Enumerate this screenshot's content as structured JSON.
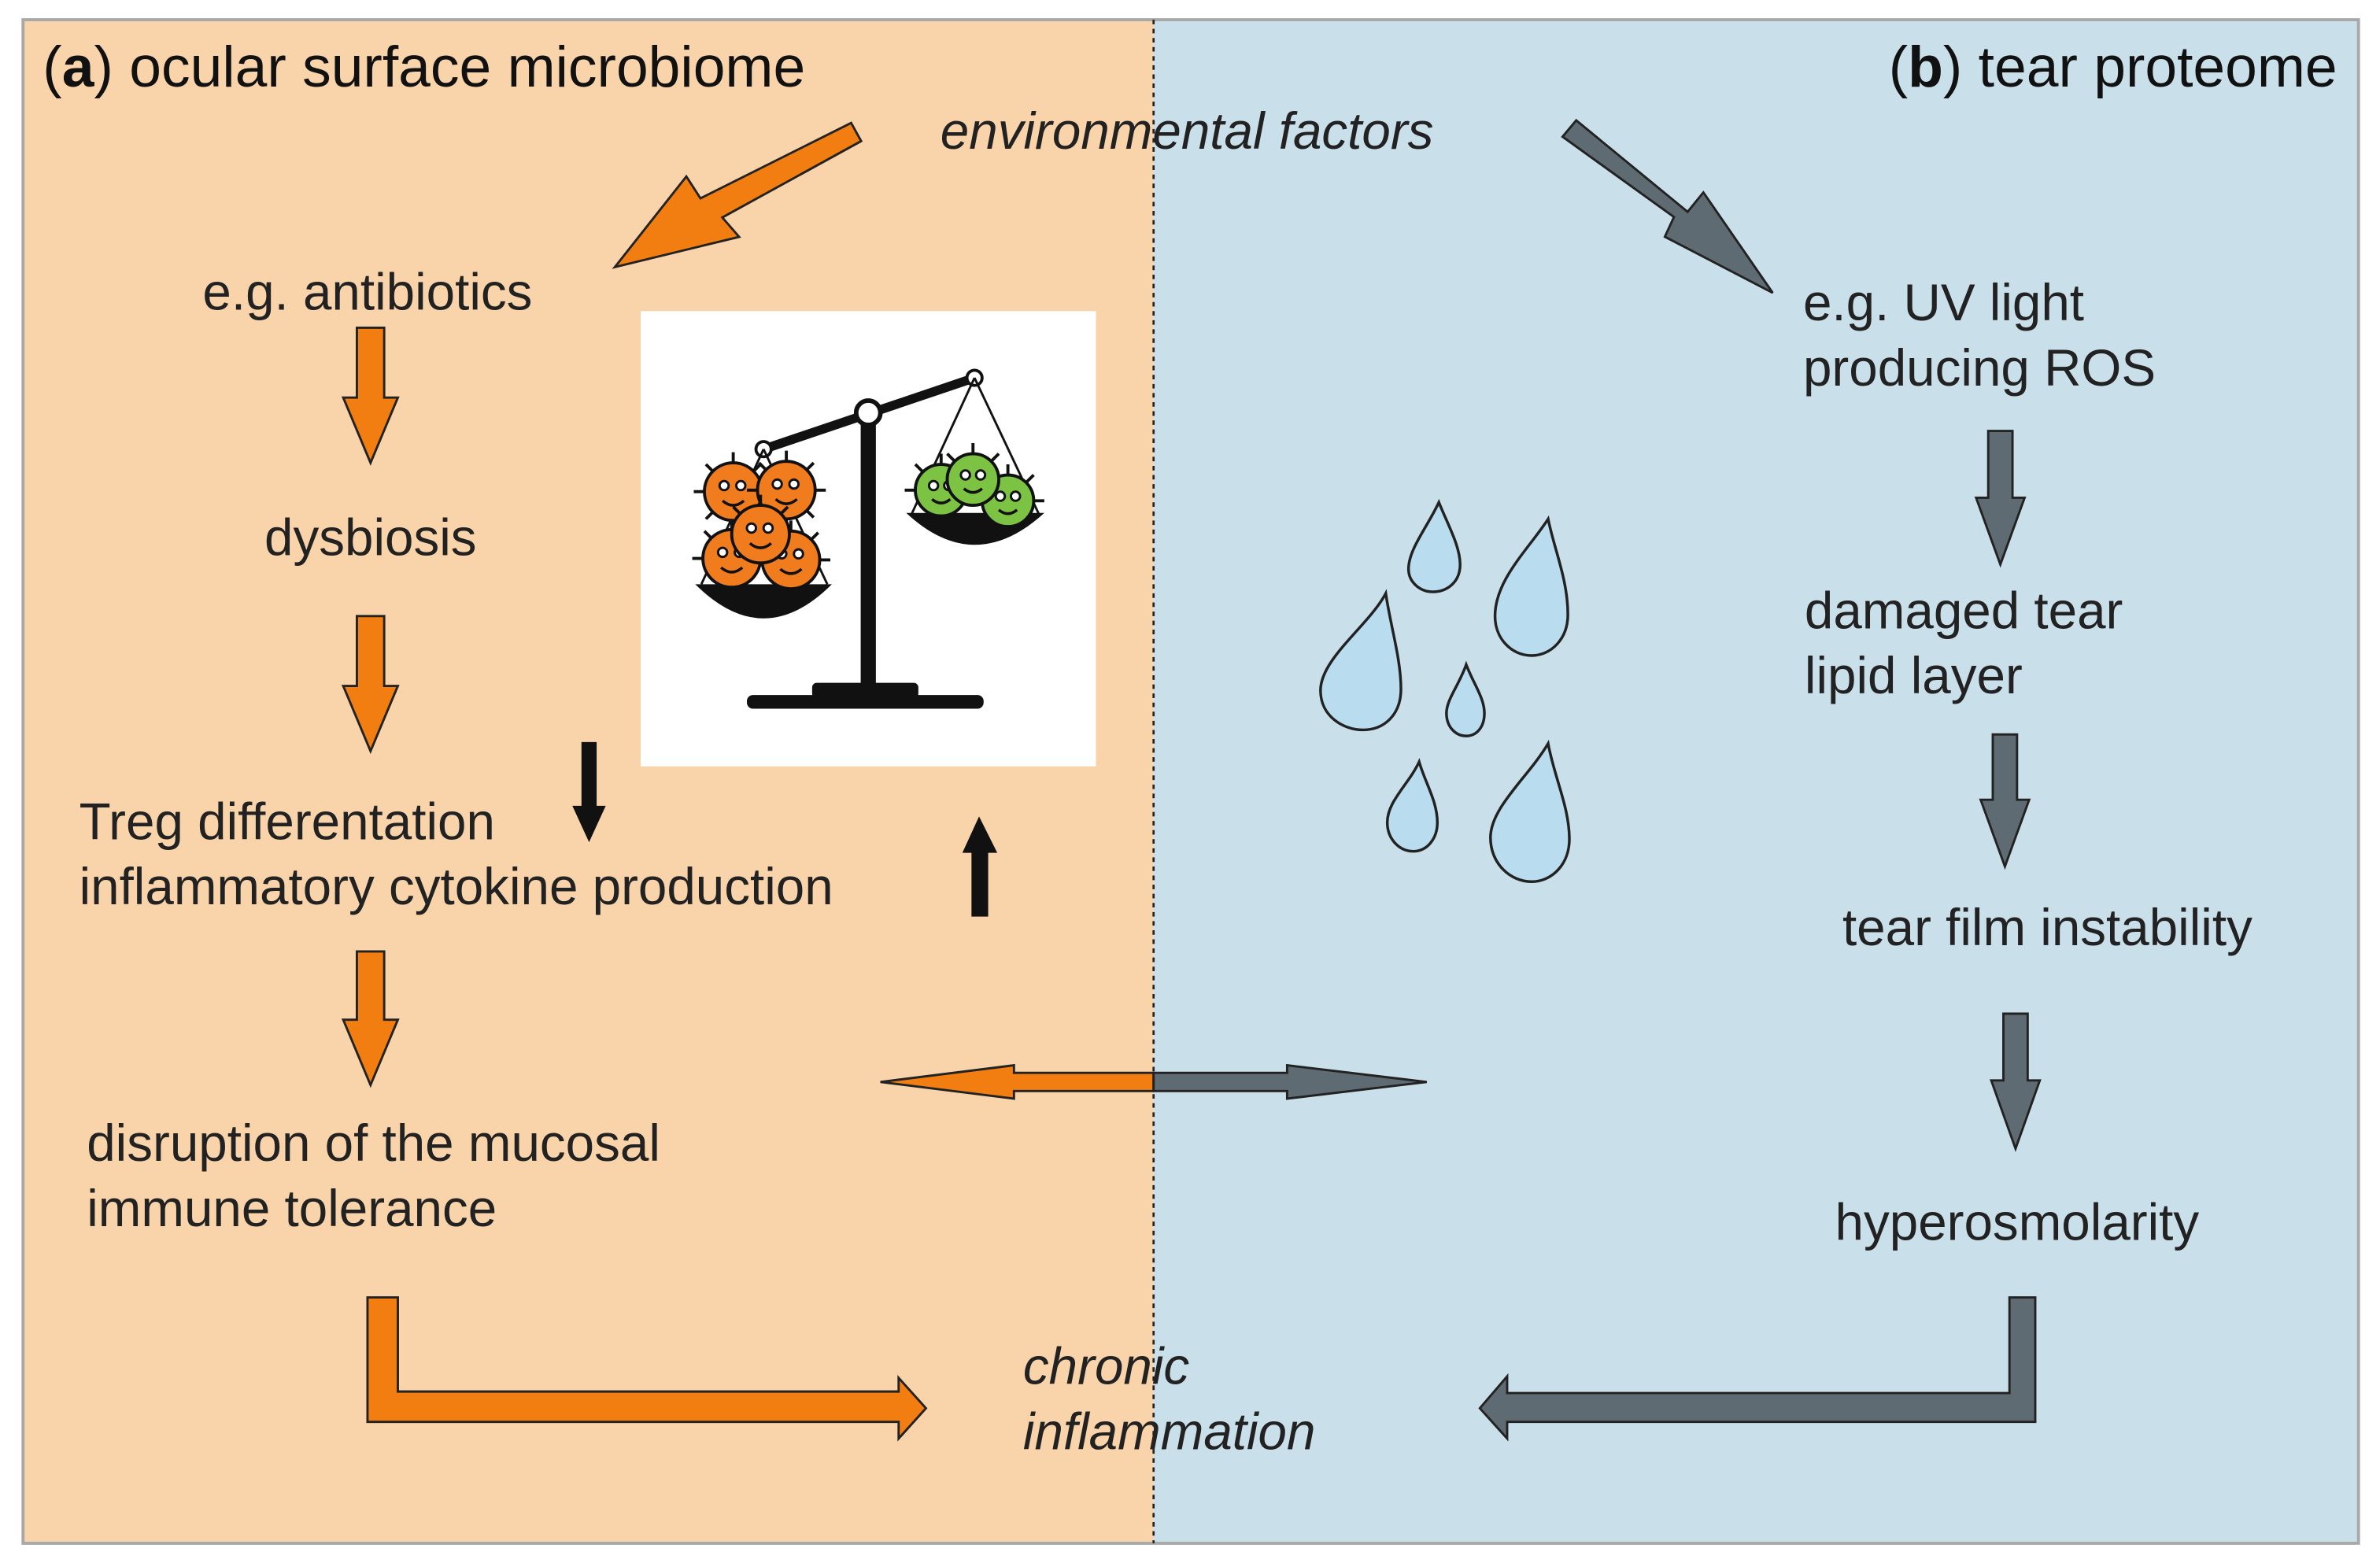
{
  "panel_a": {
    "label": "a",
    "title": "ocular surface microbiome",
    "steps": {
      "antibiotics": "e.g. antibiotics",
      "dysbiosis": "dysbiosis",
      "treg": "Treg differentation",
      "cytokine": "inflammatory cytokine production",
      "disruption_line1": "disruption of the mucosal",
      "disruption_line2": "immune tolerance"
    }
  },
  "panel_b": {
    "label": "b",
    "title": "tear proteome",
    "steps": {
      "uv_line1": "e.g. UV light",
      "uv_line2": "producing ROS",
      "lipid_line1": "damaged tear",
      "lipid_line2": "lipid layer",
      "instability": "tear film instability",
      "hyperosmolarity": "hyperosmolarity"
    }
  },
  "shared": {
    "environmental": "environmental factors",
    "chronic_line1": "chronic",
    "chronic_line2": "inflammation"
  },
  "colors": {
    "panel_a_bg": "#f9d3a9",
    "panel_b_bg": "#c9dfea",
    "orange_arrow": "#f27e12",
    "gray_arrow": "#5f6b73",
    "drop_fill": "#b9dcef",
    "microbe_orange": "#f07c1e",
    "microbe_green": "#7cc243"
  },
  "icons": [
    "balance-scale-icon",
    "bacteria-icon",
    "water-drop-icon"
  ]
}
